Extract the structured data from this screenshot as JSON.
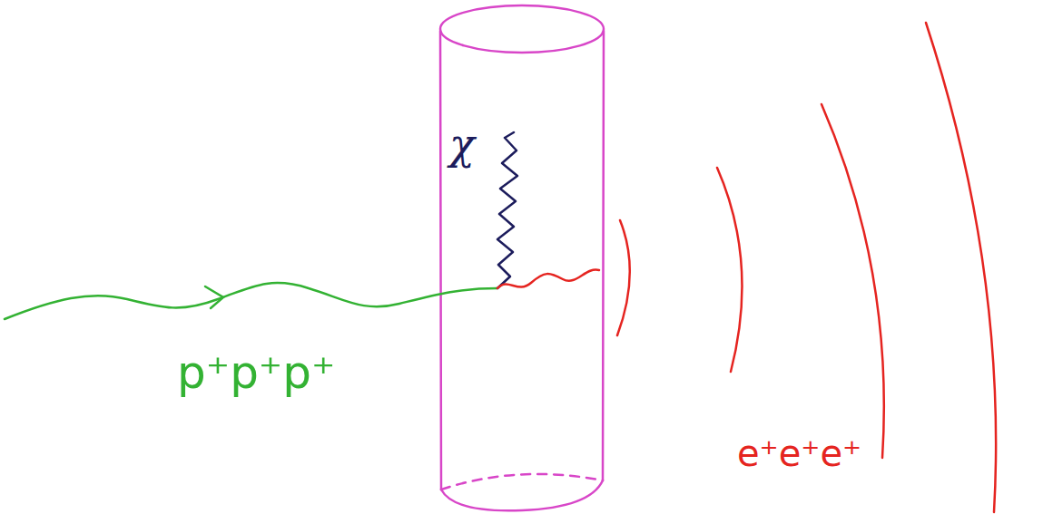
{
  "diagram": {
    "labels": [
      "χ",
      "p⁺p⁺p⁺",
      "e⁺e⁺e⁺"
    ]
  }
}
